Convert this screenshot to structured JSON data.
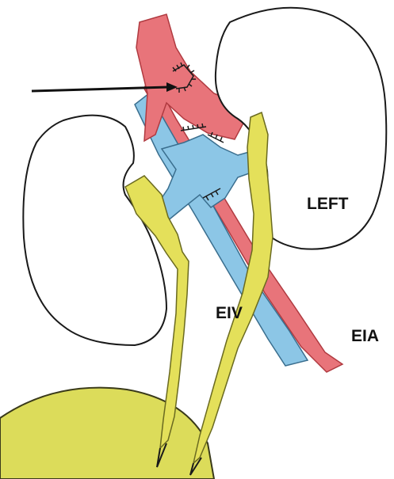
{
  "labels": {
    "left_kidney": "LEFT",
    "eiv": "EIV",
    "eia": "EIA"
  },
  "colors": {
    "artery": "#e8747a",
    "vein": "#8cc6e6",
    "ureter": "#e4e05a",
    "bladder": "#dcdc5a",
    "outline": "#1a1a1a",
    "background": "#ffffff"
  }
}
